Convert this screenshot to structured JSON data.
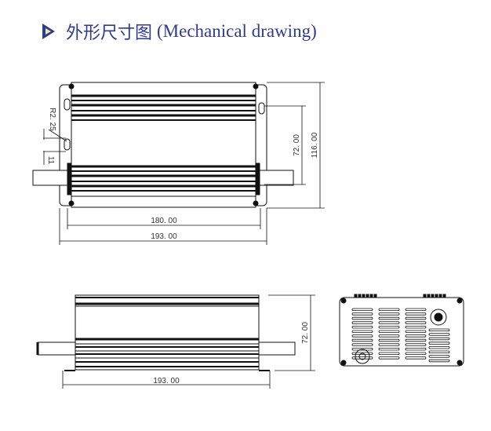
{
  "header": {
    "title_cn": "外形尺寸图",
    "title_en": "(Mechanical drawing)",
    "icon": "play-triangle-icon",
    "accent_color": "#2f3b8c",
    "icon_fill": "#ece9a6"
  },
  "top_view": {
    "dim_width_inner": "180. 00",
    "dim_width_outer": "193. 00",
    "dim_hole_spacing": "72. 00",
    "dim_height": "116. 00",
    "dim_radius": "R2. 25",
    "dim_slot": "11"
  },
  "side_view": {
    "dim_height": "72. 00",
    "dim_width": "193. 00"
  }
}
